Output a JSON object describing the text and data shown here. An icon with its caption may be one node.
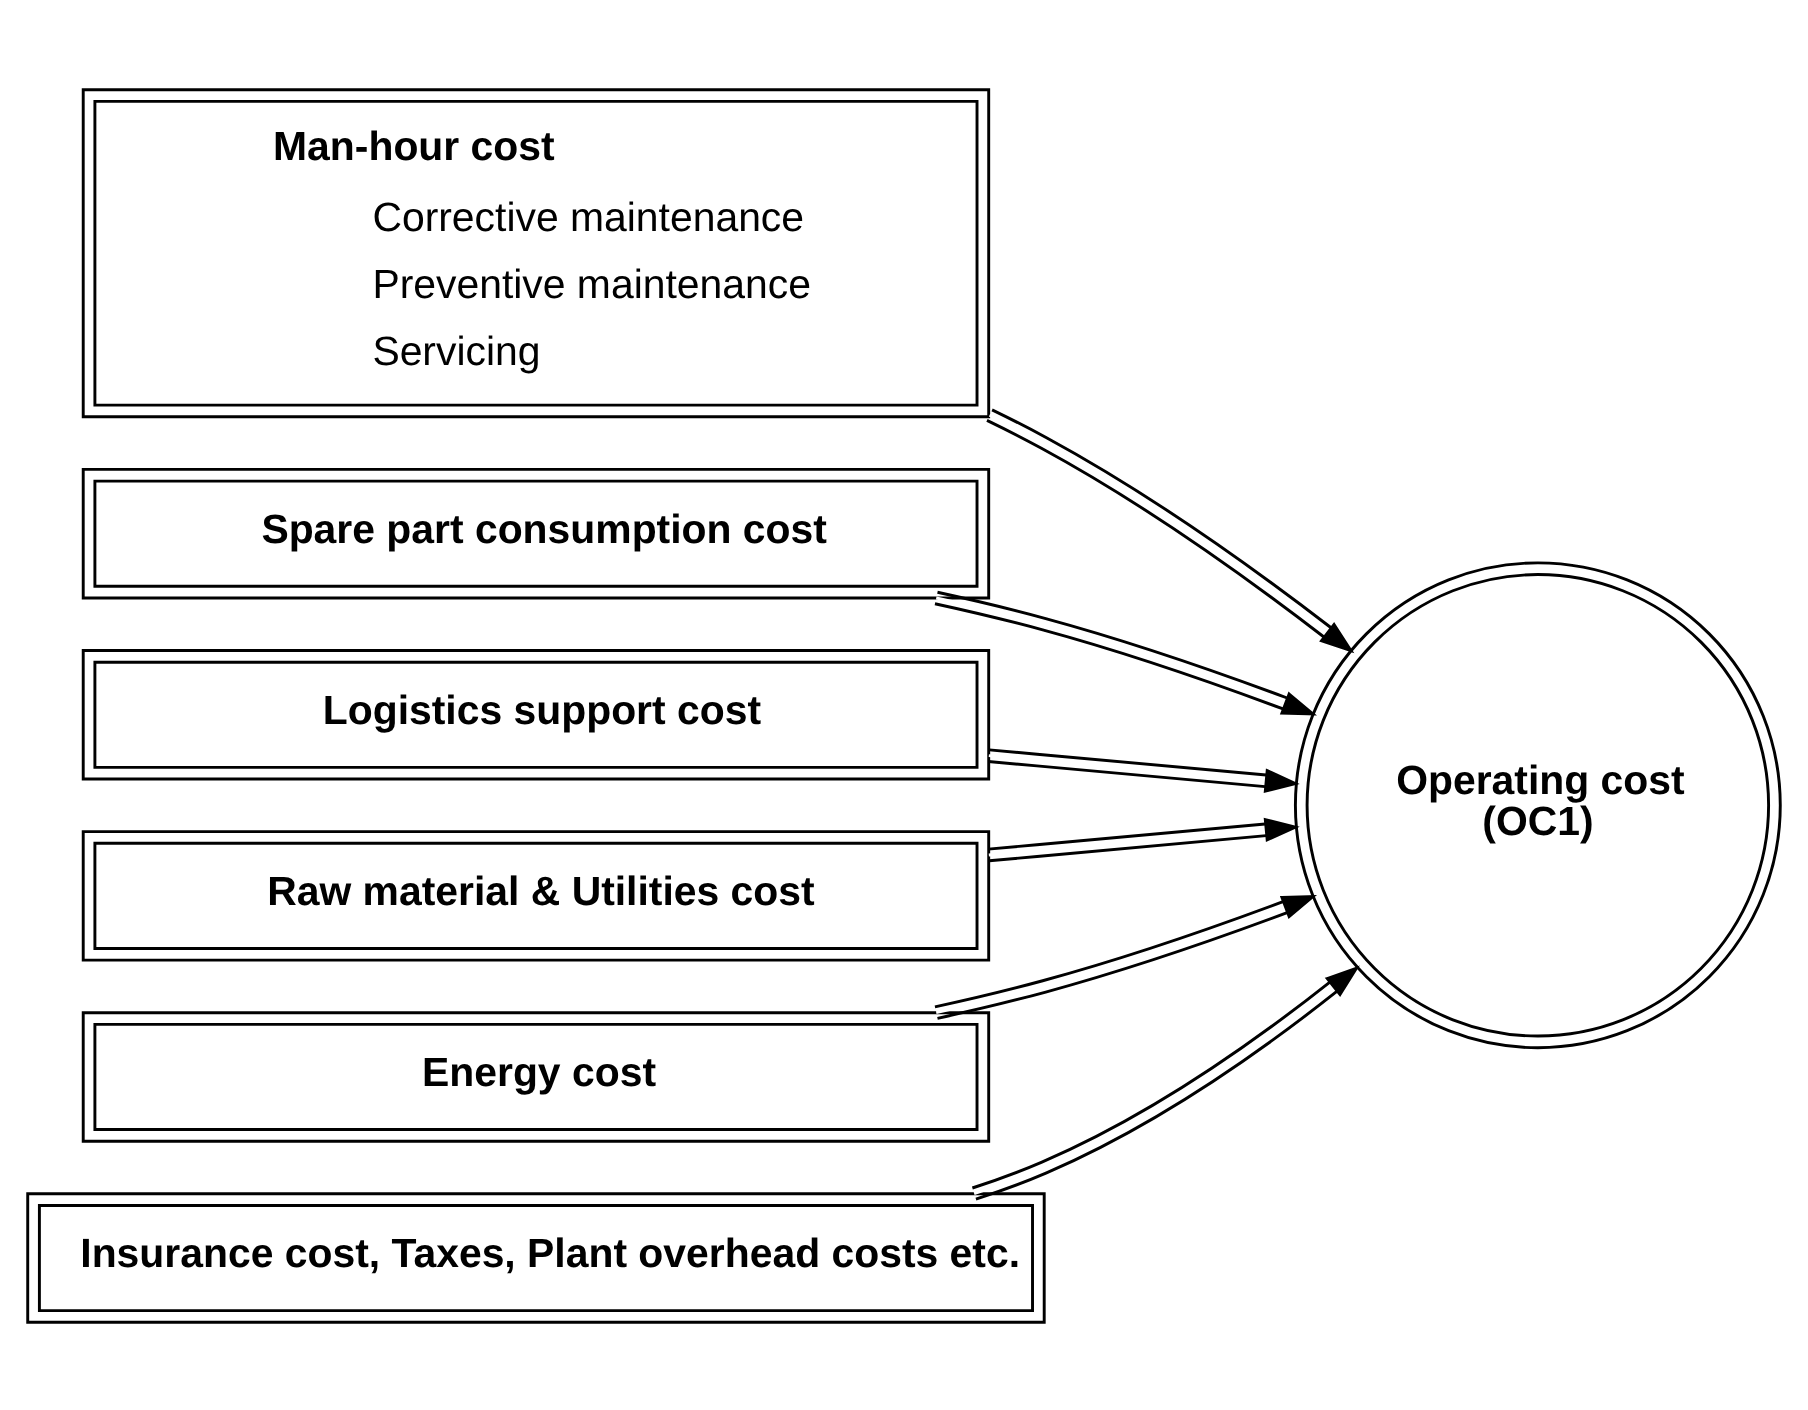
{
  "diagram": {
    "nodes": [
      {
        "text": [
          "Man-hour cost",
          "Corrective maintenance",
          "Preventive maintenance",
          "Servicing"
        ]
      },
      {
        "text": [
          "Spare part consumption cost"
        ]
      },
      {
        "text": [
          "Logistics support cost"
        ]
      },
      {
        "text": [
          "Raw material & Utilities cost"
        ]
      },
      {
        "text": [
          "Energy cost"
        ]
      },
      {
        "text": [
          "Insurance cost, Taxes, Plant overhead costs etc."
        ]
      },
      {
        "text": [
          "Operating cost (OC1)"
        ]
      }
    ],
    "edges": [
      {
        "from": 0,
        "to": 6,
        "arrow": "to"
      },
      {
        "from": 1,
        "to": 6,
        "arrow": "to"
      },
      {
        "from": 2,
        "to": 6,
        "arrow": "to"
      },
      {
        "from": 3,
        "to": 6,
        "arrow": "to"
      },
      {
        "from": 4,
        "to": 6,
        "arrow": "to"
      },
      {
        "from": 5,
        "to": 6,
        "arrow": "to"
      }
    ]
  }
}
